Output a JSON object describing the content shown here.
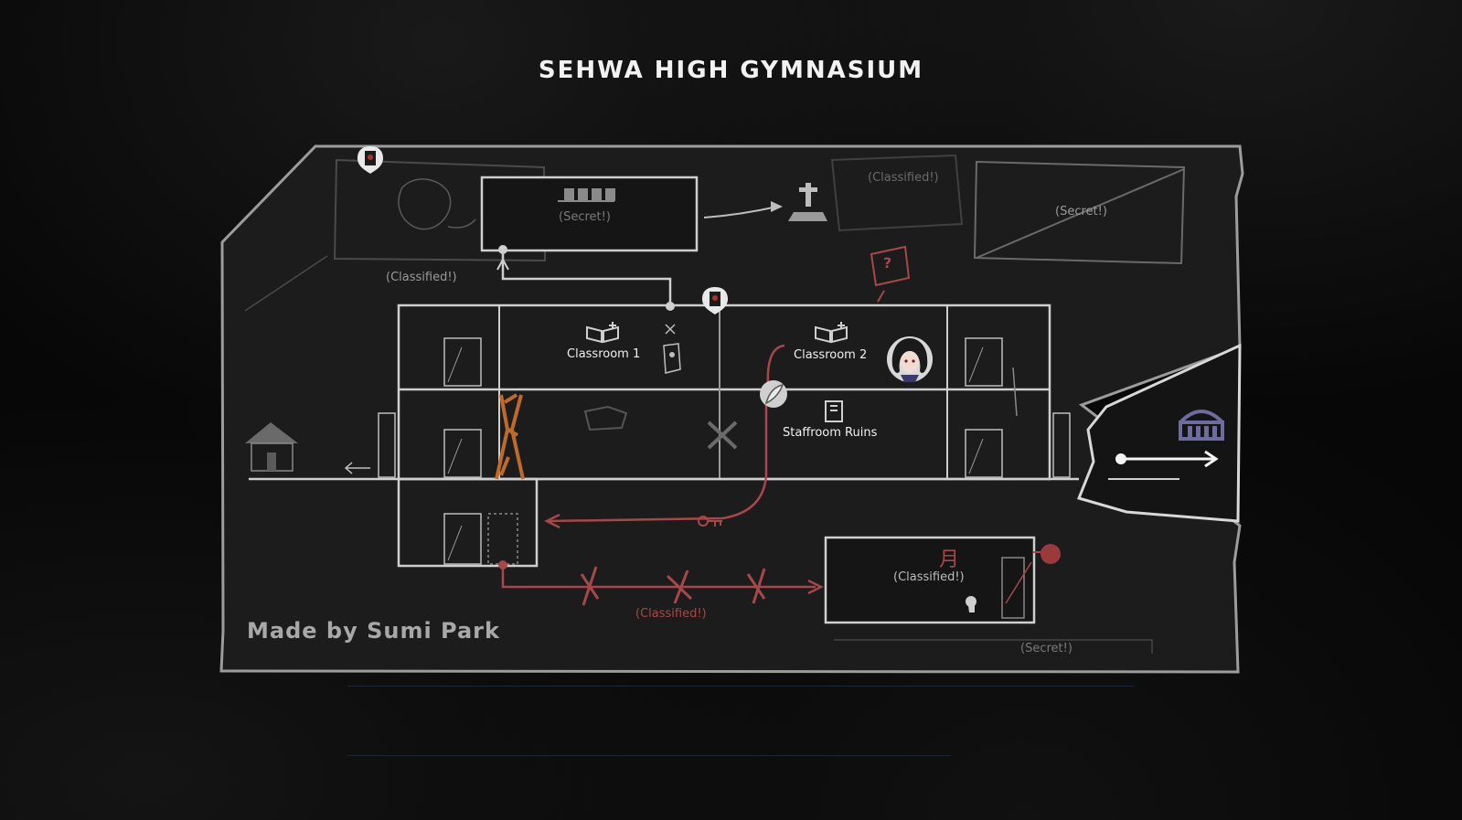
{
  "title": "SEHWA HIGH GYMNASIUM",
  "credit": "Made by Sumi Park",
  "rooms": {
    "classroom1": "Classroom 1",
    "classroom2": "Classroom 2",
    "staffroom": "Staffroom Ruins"
  },
  "labels": {
    "classified_top_left": "(Classified!)",
    "secret_top": "(Secret!)",
    "classified_top_right": "(Classified!)",
    "secret_top_right": "(Secret!)",
    "classified_bottom_path": "(Classified!)",
    "classified_bottom_room": "(Classified!)",
    "secret_bottom": "(Secret!)",
    "question_mark": "?",
    "moon_symbol": "月"
  },
  "icons": {
    "player_portrait": "player-portrait-icon",
    "gym_exit": "gymnasium-building-icon",
    "quill": "quill-save-icon",
    "talisman_pins": "talisman-marker-icon"
  },
  "colors": {
    "background": "#080808",
    "map_board": "#1c1c1c",
    "chalk": "#cfcfcf",
    "red_path": "#a8474a",
    "gym_icon": "#6e6c9e"
  }
}
